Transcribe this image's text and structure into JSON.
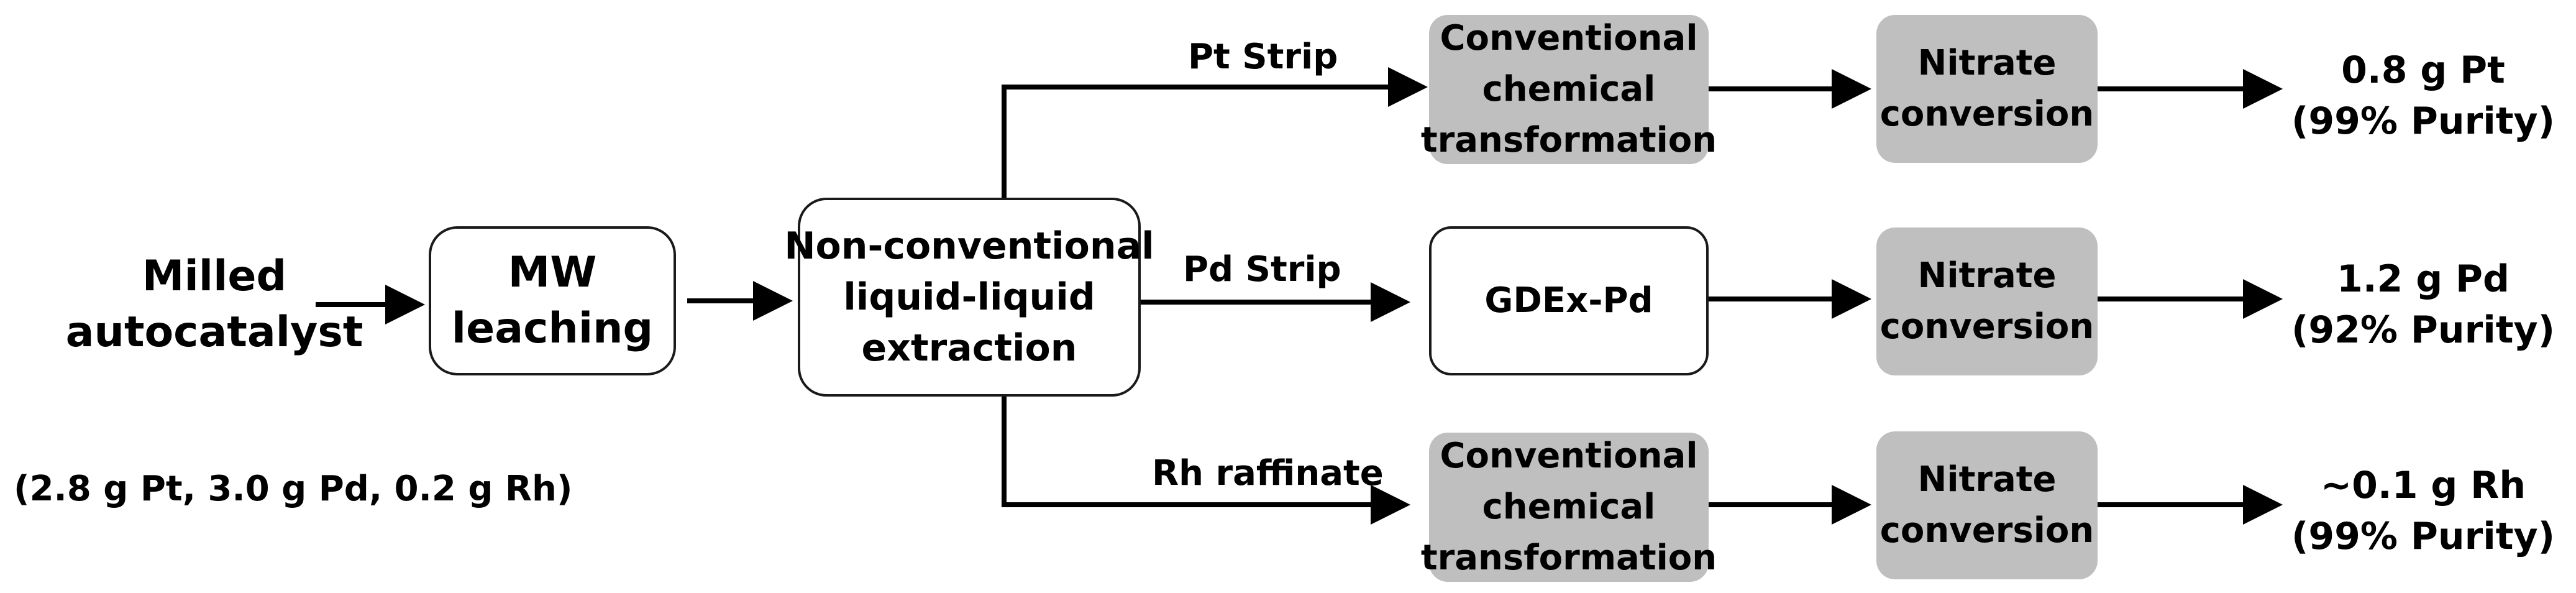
{
  "input": {
    "lines": [
      "Milled",
      "autocatalyst"
    ],
    "composition": "(2.8 g Pt, 3.0 g Pd, 0.2 g Rh)"
  },
  "mw_leaching": {
    "lines": [
      "MW",
      "leaching"
    ]
  },
  "extraction": {
    "lines": [
      "Non-conventional",
      "liquid-liquid",
      "extraction"
    ]
  },
  "branches": {
    "pt": {
      "label": "Pt Strip",
      "step1": [
        "Conventional",
        "chemical",
        "transformation"
      ],
      "step2": [
        "Nitrate",
        "conversion"
      ],
      "output": [
        "0.8 g Pt",
        "(99% Purity)"
      ]
    },
    "pd": {
      "label": "Pd Strip",
      "step1": [
        "GDEx-Pd"
      ],
      "step2": [
        "Nitrate",
        "conversion"
      ],
      "output": [
        "1.2 g Pd",
        "(92% Purity)"
      ]
    },
    "rh": {
      "label": "Rh raffinate",
      "step1": [
        "Conventional",
        "chemical",
        "transformation"
      ],
      "step2": [
        "Nitrate",
        "conversion"
      ],
      "output": [
        "~0.1 g Rh",
        "(99% Purity)"
      ]
    }
  },
  "colors": {
    "process_fill_grey": "#bfbfbf",
    "stroke": "#1a1a1a",
    "background": "#ffffff"
  }
}
